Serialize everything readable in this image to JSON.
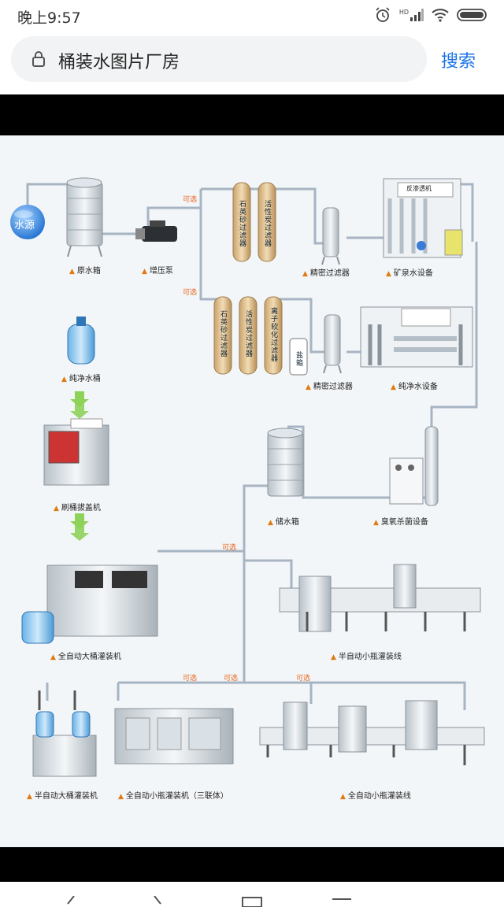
{
  "status": {
    "time": "晚上9:57",
    "hd": "HD"
  },
  "search": {
    "query": "桶装水图片厂房",
    "button": "搜索"
  },
  "diagram": {
    "water_source": "水源",
    "labels": {
      "raw_tank": "原水箱",
      "booster_pump": "增压泵",
      "precision_filter_1": "精密过滤器",
      "mineral_equipment": "矿泉水设备",
      "precision_filter_2": "精密过滤器",
      "pure_equipment": "纯净水设备",
      "pure_bucket": "纯净水桶",
      "brush_machine": "刷桶拔盖机",
      "storage_tank": "储水箱",
      "ozone": "臭氧杀菌设备",
      "auto_big_filler": "全自动大桶灌装机",
      "semi_small_line": "半自动小瓶灌装线",
      "semi_big_filler": "半自动大桶灌装机",
      "auto_small_filler": "全自动小瓶灌装机（三联体）",
      "auto_small_line": "全自动小瓶灌装线"
    },
    "optional": "可选",
    "filter_texts": {
      "quartz": "石英砂过滤器",
      "carbon": "活性炭过滤器",
      "ion": "离子软化过滤器",
      "salt": "盐箱"
    },
    "panel_text": "反渗透机"
  }
}
